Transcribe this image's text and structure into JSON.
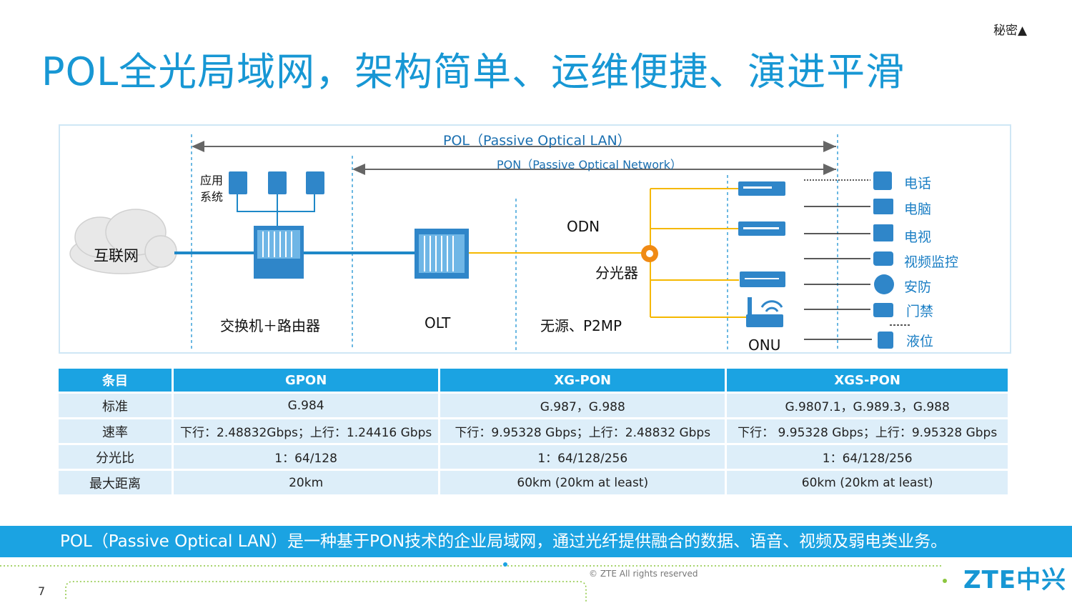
{
  "secret_label": "秘密▲",
  "title": "POL全光局域网，架构简单、运维便捷、演进平滑",
  "diagram": {
    "pol_label": "POL（Passive Optical LAN）",
    "pon_label": "PON（Passive Optical Network）",
    "app_system": [
      "应用",
      "系统"
    ],
    "internet": "互联网",
    "switch_router": "交换机＋路由器",
    "olt": "OLT",
    "odn": "ODN",
    "splitter": "分光器",
    "passive_p2mp": "无源、P2MP",
    "onu": "ONU",
    "terminals": [
      "电话",
      "电脑",
      "电视",
      "视频监控",
      "安防",
      "门禁",
      "液位"
    ]
  },
  "table": {
    "headers": [
      "条目",
      "GPON",
      "XG-PON",
      "XGS-PON"
    ],
    "rows": [
      [
        "标准",
        "G.984",
        "G.987，G.988",
        "G.9807.1，G.989.3，G.988"
      ],
      [
        "速率",
        "下行：2.48832Gbps；上行：1.24416 Gbps",
        "下行：9.95328 Gbps；上行：2.48832 Gbps",
        "下行： 9.95328 Gbps；上行：9.95328 Gbps"
      ],
      [
        "分光比",
        "1：64/128",
        "1：64/128/256",
        "1：64/128/256"
      ],
      [
        "最大距离",
        "20km",
        "60km (20km at least)",
        "60km (20km at least)"
      ]
    ]
  },
  "banner": "POL（Passive Optical LAN）是一种基于PON技术的企业局域网，通过光纤提供融合的数据、语音、视频及弱电类业务。",
  "footer": {
    "copyright": "© ZTE All rights reserved",
    "page_number": "7",
    "logo": "ZTE中兴"
  },
  "colors": {
    "brand_blue": "#1797d4",
    "header_blue": "#1ba3e2",
    "cell_light": "#ddeef9",
    "fiber_orange": "#f5b800"
  }
}
